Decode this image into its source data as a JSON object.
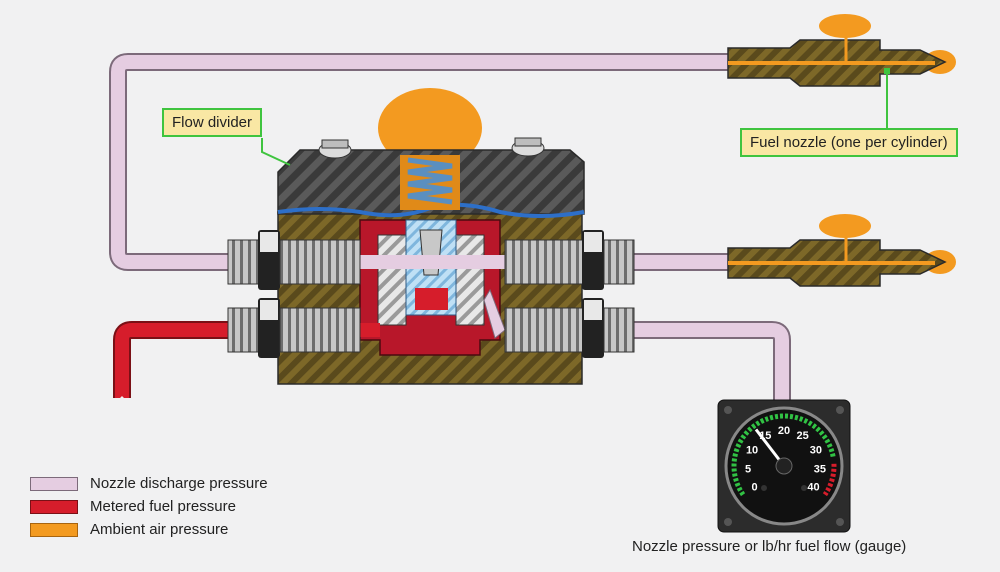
{
  "callouts": {
    "flow_divider": "Flow divider",
    "fuel_nozzle": "Fuel nozzle (one per cylinder)"
  },
  "legend": [
    {
      "label": "Nozzle discharge pressure",
      "color": "#e5cde1"
    },
    {
      "label": "Metered fuel pressure",
      "color": "#d61d2b"
    },
    {
      "label": "Ambient air pressure",
      "color": "#f39a20"
    }
  ],
  "gauge": {
    "caption": "Nozzle pressure or lb/hr fuel flow (gauge)",
    "ticks": [
      "0",
      "5",
      "10",
      "15",
      "20",
      "25",
      "30",
      "35",
      "40"
    ],
    "min": 0,
    "max": 40,
    "needle_value": 14,
    "green_range": [
      0,
      33
    ],
    "red_range": [
      34,
      40
    ]
  },
  "colors": {
    "nozzle_discharge": "#e5cde1",
    "metered_fuel": "#d61d2b",
    "ambient_air": "#f39a20",
    "body_brass": "#6e5a22",
    "cap_gray": "#4a4a4a",
    "diaphragm_blue": "#2d6fc8",
    "valve_blue": "#a9d3ef",
    "gauge_green": "#31c244"
  }
}
